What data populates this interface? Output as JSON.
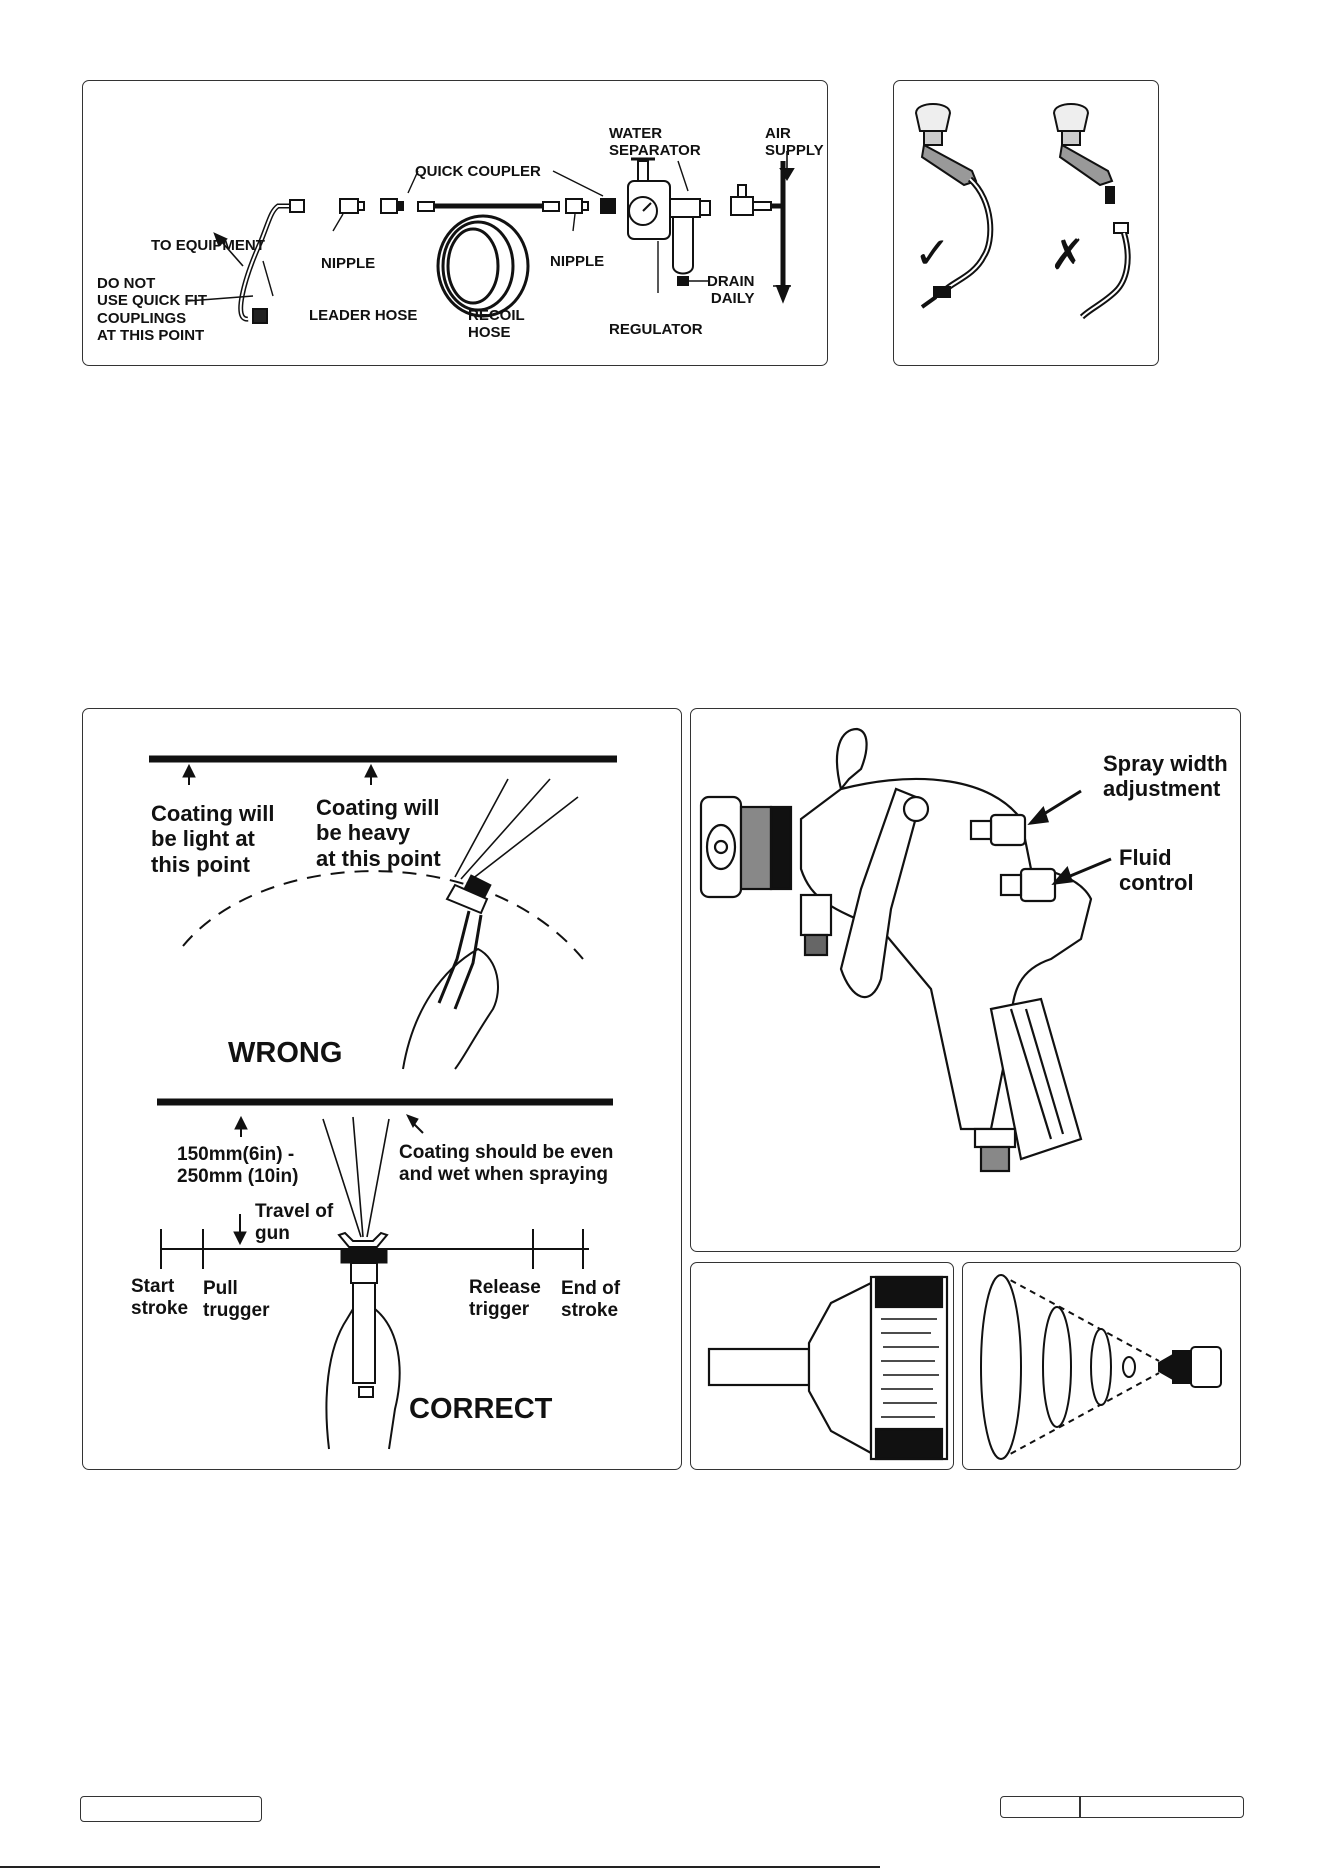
{
  "air_supply_diagram": {
    "water_separator": "WATER\nSEPARATOR",
    "air_supply": "AIR\nSUPPLY",
    "quick_coupler": "QUICK COUPLER",
    "to_equipment": "TO EQUIPMENT",
    "nipple_left": "NIPPLE",
    "nipple_right": "NIPPLE",
    "do_not_use": "DO NOT\nUSE QUICK FIT\nCOUPLINGS\nAT THIS POINT",
    "leader_hose": "LEADER HOSE",
    "recoil_hose": "RECOIL\nHOSE",
    "regulator": "REGULATOR",
    "drain_daily": "DRAIN\nDAILY"
  },
  "connection_check": {
    "correct_mark": "✓",
    "wrong_mark": "✗"
  },
  "spray_technique": {
    "light_point": "Coating will\nbe light at\nthis point",
    "heavy_point": "Coating will\nbe heavy\nat this point",
    "wrong": "WRONG",
    "distance": "150mm(6in) -\n250mm (10in)",
    "even_coating": "Coating should be even\nand wet when spraying",
    "travel": "Travel of\ngun",
    "start_stroke": "Start\nstroke",
    "pull_trigger": "Pull\ntrugger",
    "release_trigger": "Release\ntrigger",
    "end_stroke": "End of\nstroke",
    "correct": "CORRECT"
  },
  "spray_gun": {
    "spray_width": "Spray width\nadjustment",
    "fluid_control": "Fluid\ncontrol"
  }
}
